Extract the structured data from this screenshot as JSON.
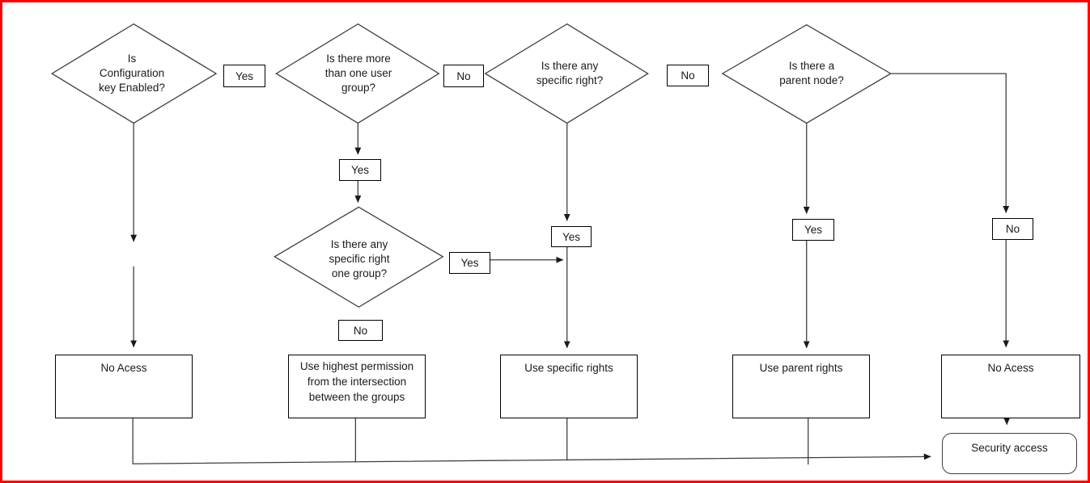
{
  "colors": {
    "frame": "#ff0000",
    "stroke": "#3f3f3f",
    "ink": "#1a1a1a"
  },
  "decisions": {
    "config_key": "Is\nConfiguration\nkey Enabled?",
    "multi_group": "Is there more\nthan one user\ngroup?",
    "specific_right": "Is there any\nspecific right?",
    "parent_node": "Is there a\nparent node?",
    "specific_right_one_group": "Is there any\nspecific right\none group?"
  },
  "branch_labels": {
    "yes_config": "Yes",
    "no_multi_group": "No",
    "no_specific_right": "No",
    "yes_multi_group": "Yes",
    "yes_specific_right_one_group": "Yes",
    "no_specific_right_one_group": "No",
    "yes_specific_right": "Yes",
    "yes_parent_node": "Yes",
    "no_parent_node": "No"
  },
  "results": {
    "no_access_left": "No Acess",
    "highest_permission": "Use highest permission\nfrom the intersection\nbetween the groups",
    "use_specific_rights": "Use specific rights",
    "use_parent_rights": "Use parent rights",
    "no_access_right": "No Acess"
  },
  "terminator": {
    "security_access": "Security access"
  }
}
